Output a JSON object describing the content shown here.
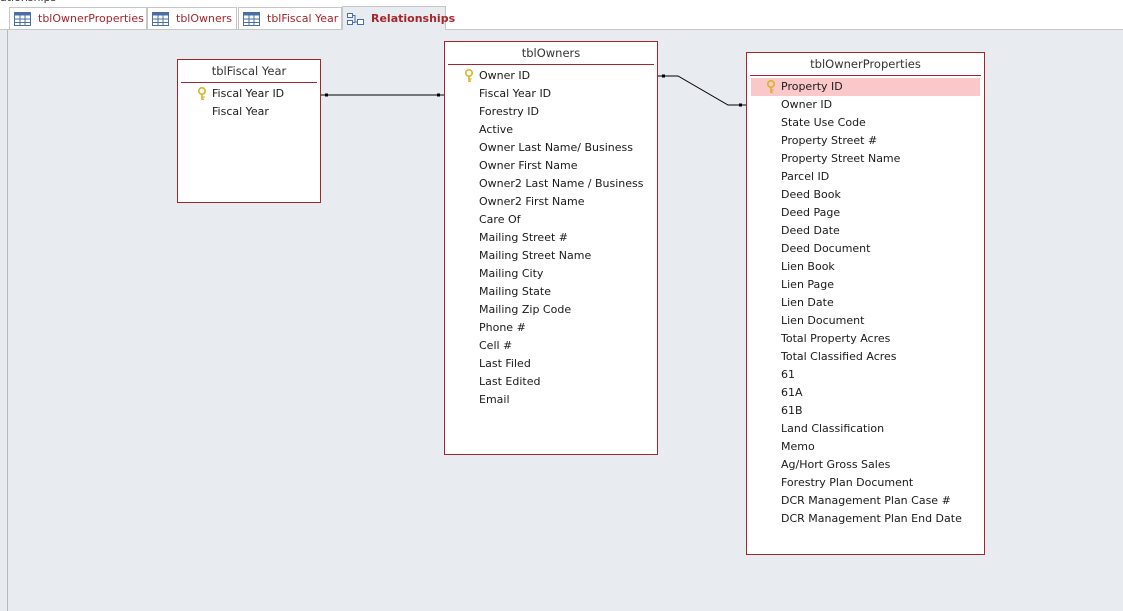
{
  "window": {
    "title_fragment": "ationships"
  },
  "tabs": [
    {
      "label": "tblOwnerProperties",
      "icon": "table-icon",
      "active": false
    },
    {
      "label": "tblOwners",
      "icon": "table-icon",
      "active": false
    },
    {
      "label": "tblFiscal Year",
      "icon": "table-icon",
      "active": false
    },
    {
      "label": "Relationships",
      "icon": "relationships-icon",
      "active": true
    }
  ],
  "tables": {
    "fiscal_year": {
      "title": "tblFiscal Year",
      "fields": [
        "Fiscal Year ID",
        "Fiscal Year"
      ],
      "key_field": "Fiscal Year ID"
    },
    "owners": {
      "title": "tblOwners",
      "fields": [
        "Owner ID",
        "Fiscal Year ID",
        "Forestry ID",
        "Active",
        "Owner Last Name/ Business",
        "Owner First Name",
        "Owner2 Last Name / Business",
        "Owner2 First Name",
        "Care Of",
        "Mailing Street #",
        "Mailing Street Name",
        "Mailing City",
        "Mailing State",
        "Mailing Zip Code",
        "Phone #",
        "Cell #",
        "Last Filed",
        "Last Edited",
        "Email"
      ],
      "key_field": "Owner ID"
    },
    "owner_properties": {
      "title": "tblOwnerProperties",
      "fields": [
        "Property ID",
        "Owner ID",
        "State Use Code",
        "Property Street #",
        "Property Street Name",
        "Parcel ID",
        "Deed Book",
        "Deed Page",
        "Deed Date",
        "Deed Document",
        "Lien Book",
        "Lien Page",
        "Lien Date",
        "Lien Document",
        "Total Property Acres",
        "Total Classified Acres",
        "61",
        "61A",
        "61B",
        "Land Classification",
        "Memo",
        "Ag/Hort Gross Sales",
        "Forestry Plan Document",
        "DCR Management Plan Case #",
        "DCR Management Plan End Date"
      ],
      "key_field": "Property ID",
      "selected_field": "Property ID"
    }
  },
  "colors": {
    "accent": "#a4262c",
    "selected_row": "#fbc8c9",
    "canvas": "#e8ebef",
    "key_icon": "#d9b42a"
  }
}
